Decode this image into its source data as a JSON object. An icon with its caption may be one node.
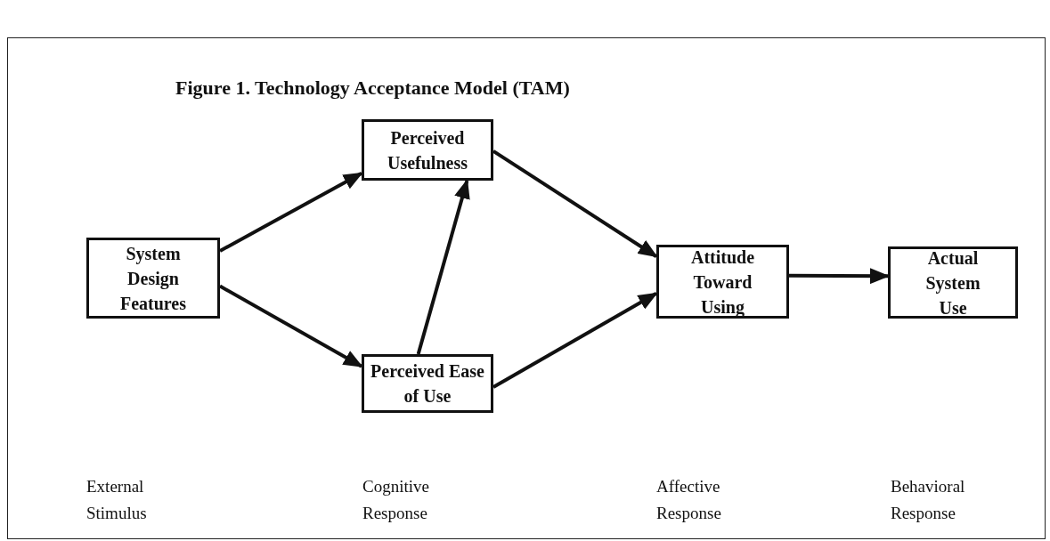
{
  "diagram": {
    "title": "Figure 1. Technology Acceptance Model (TAM)",
    "nodes": [
      {
        "text": [
          "System Design Features"
        ]
      },
      {
        "text": [
          "Perceived Usefulness"
        ]
      },
      {
        "text": [
          "Perceived Ease of Use"
        ]
      },
      {
        "text": [
          "Attitude Toward Using"
        ]
      },
      {
        "text": [
          "Actual System Use"
        ]
      }
    ],
    "edges": [
      {
        "from": 0,
        "to": 1,
        "arrow": "to"
      },
      {
        "from": 0,
        "to": 2,
        "arrow": "to"
      },
      {
        "from": 2,
        "to": 1,
        "arrow": "to"
      },
      {
        "from": 1,
        "to": 3,
        "arrow": "to"
      },
      {
        "from": 2,
        "to": 3,
        "arrow": "to"
      },
      {
        "from": 3,
        "to": 4,
        "arrow": "to"
      }
    ],
    "labels": [
      "External Stimulus",
      "Cognitive Response",
      "Affective Response",
      "Behavioral Response"
    ]
  }
}
